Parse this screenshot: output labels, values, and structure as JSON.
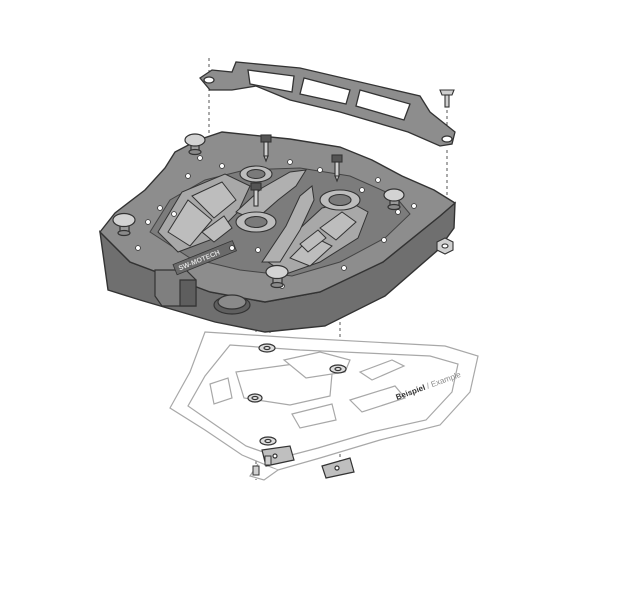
{
  "diagram": {
    "label_primary": "Beispiel",
    "label_separator": " / ",
    "label_secondary": "Example",
    "logo_text": "SW-MOTECH"
  },
  "colors": {
    "plate": "#8d8d8d",
    "plate_light": "#a3a3a3",
    "plate_dark": "#6f6f6f",
    "outline": "#333333",
    "rack_line": "#aaaaaa",
    "guide": "#555555",
    "background": "#ffffff"
  }
}
